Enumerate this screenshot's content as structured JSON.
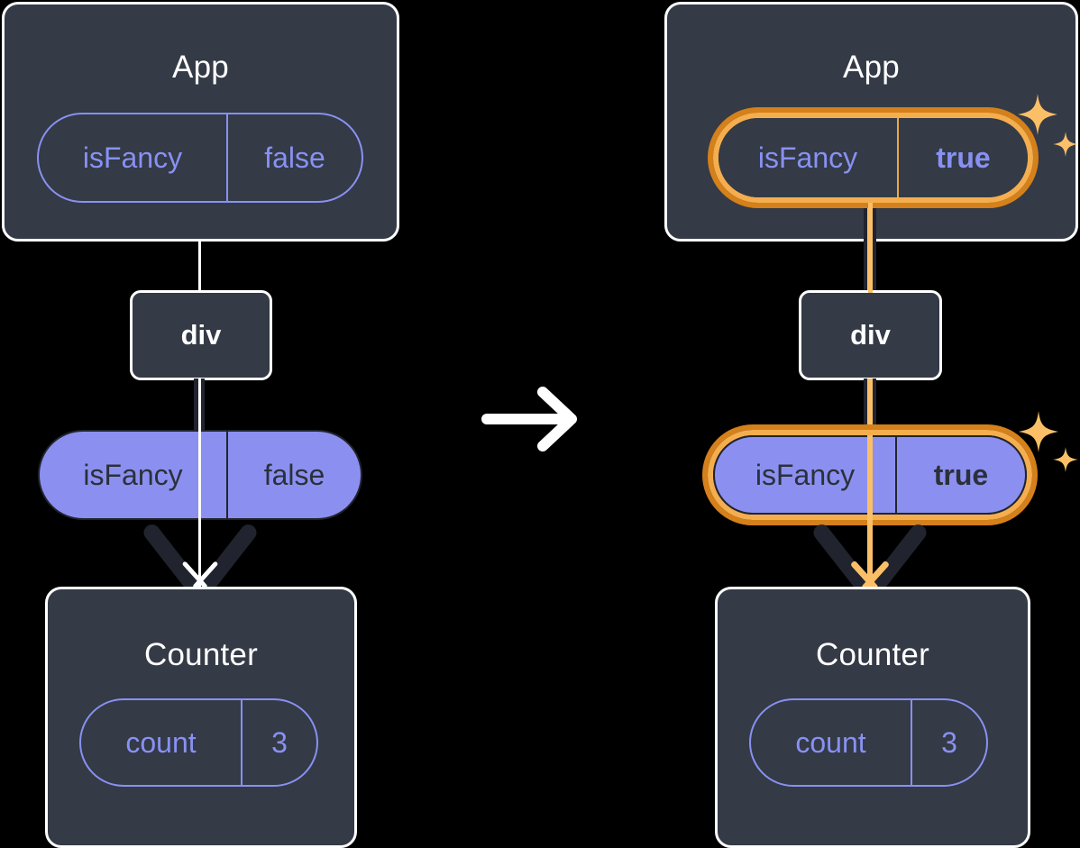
{
  "diagram": {
    "title": "React state propagation before and after setState",
    "transition_icon": "arrow-right-icon",
    "colors": {
      "card_bg": "#343A46",
      "card_border": "#FFFFFF",
      "purple": "#8891F2",
      "pill_fill": "#8B90F0",
      "highlight_outer": "#D4801B",
      "highlight_inner": "#F5AE4E",
      "sparkle": "#FBBF68",
      "line_dark": "#21242E",
      "background": "#000000"
    }
  },
  "before": {
    "app": {
      "title": "App",
      "state": {
        "name": "isFancy",
        "value": "false",
        "highlighted": false
      }
    },
    "div": {
      "label": "div"
    },
    "prop": {
      "name": "isFancy",
      "value": "false",
      "highlighted": false
    },
    "counter": {
      "title": "Counter",
      "state": {
        "name": "count",
        "value": "3",
        "highlighted": false
      }
    }
  },
  "after": {
    "app": {
      "title": "App",
      "state": {
        "name": "isFancy",
        "value": "true",
        "highlighted": true
      }
    },
    "div": {
      "label": "div"
    },
    "prop": {
      "name": "isFancy",
      "value": "true",
      "highlighted": true
    },
    "counter": {
      "title": "Counter",
      "state": {
        "name": "count",
        "value": "3",
        "highlighted": false
      }
    }
  }
}
